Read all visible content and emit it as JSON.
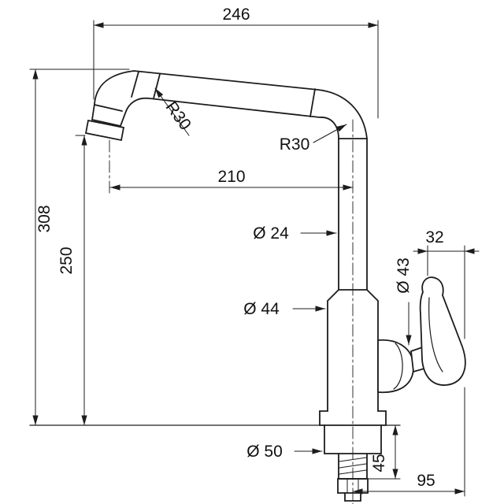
{
  "colors": {
    "background": "#ffffff",
    "line": "#1c1c1c",
    "text": "#111111"
  },
  "labels": {
    "overall_width": "246",
    "total_height": "308",
    "spout_height": "250",
    "spout_reach": "210",
    "spout_bend_radius": "R30",
    "riser_bend_radius": "R30",
    "spout_tube_diameter": "Ø 24",
    "body_diameter": "Ø 44",
    "cartridge_diameter": "Ø 43",
    "handle_width": "32",
    "base_diameter": "Ø 50",
    "shank_length": "45",
    "handle_projection": "95"
  }
}
